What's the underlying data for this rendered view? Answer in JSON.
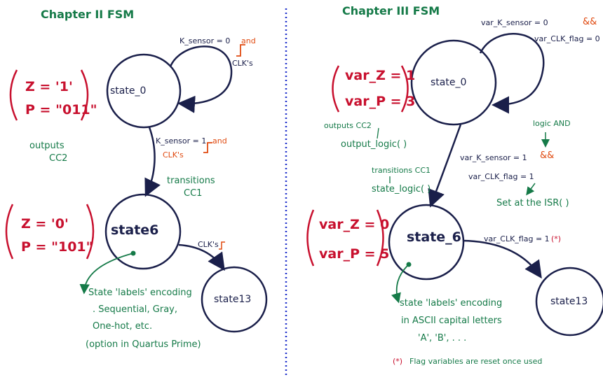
{
  "left": {
    "title": "Chapter II  FSM",
    "state0": "state_0",
    "state6": "state6",
    "state13": "state13",
    "z_state0": "Z = '1'",
    "p_state0": "P = \"011\"",
    "z_state6": "Z = '0'",
    "p_state6": "P = \"101\"",
    "outputs_line1": "outputs",
    "outputs_line2": "CC2",
    "loop_cond": "K_sensor = 0",
    "loop_and": "and",
    "loop_clk": "CLK's",
    "trans_cond": "K_sensor = 1",
    "trans_and": "and",
    "trans_clk": "CLK's",
    "transitions_line1": "transitions",
    "transitions_line2": "CC1",
    "clk_6_13": "CLK's",
    "note": [
      "State 'labels' encoding",
      ". Sequential, Gray,",
      "One-hot, etc.",
      "(option in Quartus Prime)"
    ]
  },
  "right": {
    "title": "Chapter III  FSM",
    "state0": "state_0",
    "state6": "state_6",
    "state13": "state13",
    "z_state0": "var_Z = 1",
    "p_state0": "var_P = 3",
    "z_state6": "var_Z = 0",
    "p_state6": "var_P = 5",
    "loop_cond": "var_K_sensor = 0",
    "loop_amp": "&&",
    "loop_flag": "var_CLK_flag = 0",
    "outputs_line1": "outputs CC2",
    "outputs_func": "output_logic( )",
    "logic_and": "logic AND",
    "trans_cond": "var_K_sensor = 1",
    "trans_amp": "&&",
    "trans_flag": "var_CLK_flag = 1",
    "isr": "Set at the ISR( )",
    "transitions_line1": "transitions CC1",
    "transitions_func": "state_logic( )",
    "flag_6_13": "var_CLK_flag = 1",
    "flag_mark": "(*)",
    "note": [
      "state 'labels' encoding",
      "in ASCII capital letters",
      "'A', 'B', . . ."
    ],
    "footnote_mark": "(*)",
    "footnote": "Flag variables are reset once used"
  },
  "colors": {
    "green": "#157a48",
    "red": "#c8102e",
    "navy": "#1a1f4a",
    "orange": "#e04a10",
    "divider": "#2233cc"
  }
}
